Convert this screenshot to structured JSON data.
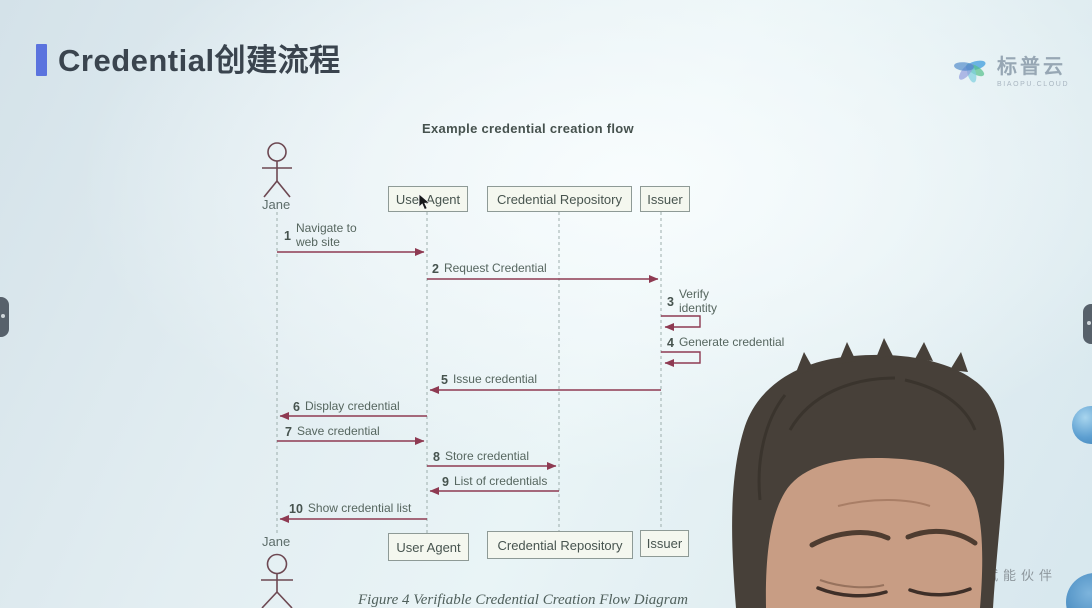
{
  "slide": {
    "title": "Credential创建流程",
    "logo": {
      "name": "标普云",
      "domain": "BIAOPU.CLOUD"
    },
    "watermark": "赋能伙伴"
  },
  "diagram": {
    "title": "Example credential creation flow",
    "caption": "Figure 4 Verifiable Credential Creation Flow Diagram",
    "actor_top": "Jane",
    "actor_bottom": "Jane",
    "participants_top": [
      "User Agent",
      "Credential Repository",
      "Issuer"
    ],
    "participants_bottom": [
      "User Agent",
      "Credential Repository",
      "Issuer"
    ],
    "messages": [
      {
        "num": "1",
        "label": "Navigate to web site",
        "from": "Jane",
        "to": "User Agent"
      },
      {
        "num": "2",
        "label": "Request Credential",
        "from": "User Agent",
        "to": "Issuer"
      },
      {
        "num": "3",
        "label": "Verify identity",
        "from": "Issuer",
        "to": "Issuer"
      },
      {
        "num": "4",
        "label": "Generate credential",
        "from": "Issuer",
        "to": "Issuer"
      },
      {
        "num": "5",
        "label": "Issue credential",
        "from": "Issuer",
        "to": "User Agent"
      },
      {
        "num": "6",
        "label": "Display credential",
        "from": "User Agent",
        "to": "Jane"
      },
      {
        "num": "7",
        "label": "Save credential",
        "from": "Jane",
        "to": "User Agent"
      },
      {
        "num": "8",
        "label": "Store credential",
        "from": "User Agent",
        "to": "Credential Repository"
      },
      {
        "num": "9",
        "label": "List of credentials",
        "from": "Credential Repository",
        "to": "User Agent"
      },
      {
        "num": "10",
        "label": "Show credential list",
        "from": "User Agent",
        "to": "Jane"
      }
    ],
    "colors": {
      "arrow": "#8e3a52",
      "lifeline": "#9daeac",
      "accent_bar": "#5b73de"
    }
  }
}
